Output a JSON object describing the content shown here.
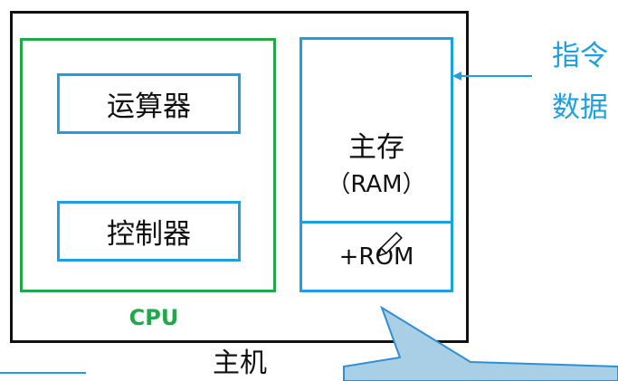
{
  "diagram": {
    "host_label": "主机",
    "cpu_label": "CPU",
    "alu_label": "运算器",
    "control_label": "控制器",
    "main_memory_label": "主存",
    "ram_label": "（RAM）",
    "rom_label": "+ROM",
    "instruction_label": "指令",
    "data_label": "数据"
  },
  "colors": {
    "host_border": "#111111",
    "cpu": "#22a84a",
    "accent": "#1ea0e0",
    "callout_fill": "#a9cfe7"
  },
  "icons": [
    "pencil-icon",
    "arrow-left-icon"
  ]
}
